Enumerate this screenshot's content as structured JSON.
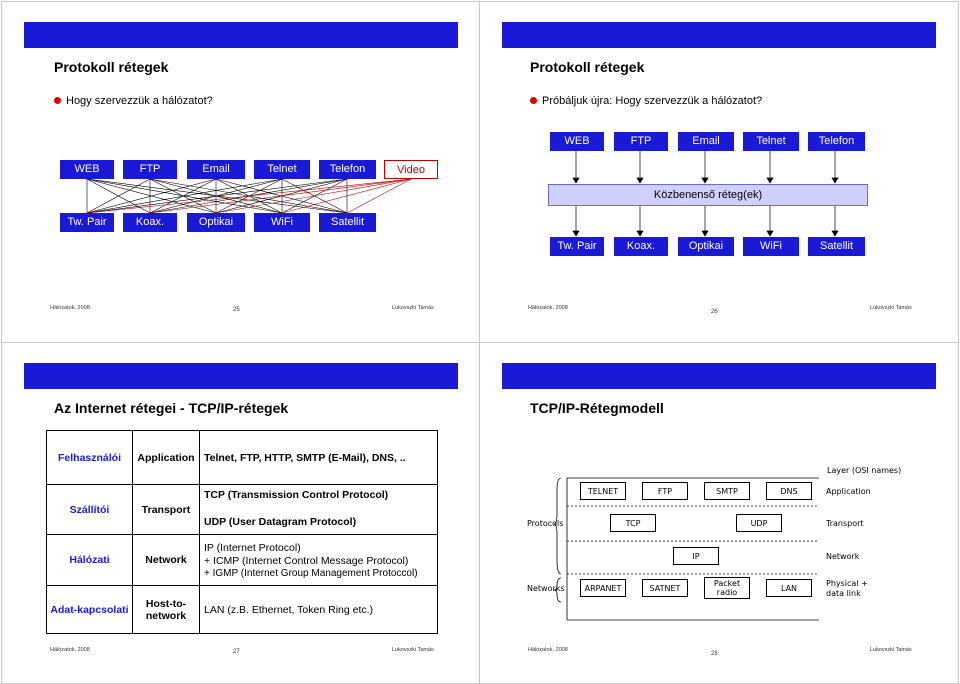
{
  "slides": [
    {
      "title": "Protokoll rétegek",
      "bullet": "Hogy szervezzük a hálózatot?",
      "apps": [
        "WEB",
        "FTP",
        "Email",
        "Telnet",
        "Telefon",
        "Video"
      ],
      "media": [
        "Tw. Pair",
        "Koax.",
        "Optikai",
        "WiFi",
        "Satellit"
      ],
      "footer_left": "Hálózatok, 2008",
      "page": "25",
      "footer_right": "Lukovszki Tamás"
    },
    {
      "title": "Protokoll rétegek",
      "bullet": "Próbáljuk újra: Hogy szervezzük a hálózatot?",
      "apps": [
        "WEB",
        "FTP",
        "Email",
        "Telnet",
        "Telefon"
      ],
      "middle": "Közbenenső réteg(ek)",
      "media": [
        "Tw. Pair",
        "Koax.",
        "Optikai",
        "WiFi",
        "Satellit"
      ],
      "footer_left": "Hálózatok, 2008",
      "page": "26",
      "footer_right": "Lukovszki Tamás"
    },
    {
      "title": "Az Internet rétegei - TCP/IP-rétegek",
      "rows": [
        {
          "layer": "Felhasználói",
          "name": "Application",
          "protocols": [
            "Telnet, FTP, HTTP, SMTP (E-Mail), DNS, .."
          ]
        },
        {
          "layer": "Szállítói",
          "name": "Transport",
          "protocols": [
            "TCP (Transmission Control Protocol)",
            "UDP (User Datagram Protocol)"
          ]
        },
        {
          "layer": "Hálózati",
          "name": "Network",
          "protocols": [
            "IP (Internet Protocol)",
            "+ ICMP (Internet Control Message Protocol)",
            "+ IGMP (Internet  Group Management Protoccol)"
          ]
        },
        {
          "layer": "Adat-kapcsolati",
          "name": "Host-to-network",
          "protocols": [
            "LAN (z.B. Ethernet, Token Ring etc.)"
          ]
        }
      ],
      "footer_left": "Hálózatok, 2008",
      "page": "27",
      "footer_right": "Lukovszki Tamás"
    },
    {
      "title": "TCP/IP-Rétegmodell",
      "header": "Layer (OSI names)",
      "left_labels": [
        "Protocols",
        "Networks"
      ],
      "app_protocols": [
        "TELNET",
        "FTP",
        "SMTP",
        "DNS"
      ],
      "transport_protocols": [
        "TCP",
        "UDP"
      ],
      "network_protocol": "IP",
      "networks": [
        "ARPANET",
        "SATNET",
        "Packet radio",
        "LAN"
      ],
      "right_labels": [
        "Application",
        "Transport",
        "Network",
        "Physical + data link"
      ],
      "footer_left": "Hálózatok, 2008",
      "page": "28",
      "footer_right": "Lukovszki Tamás"
    }
  ]
}
